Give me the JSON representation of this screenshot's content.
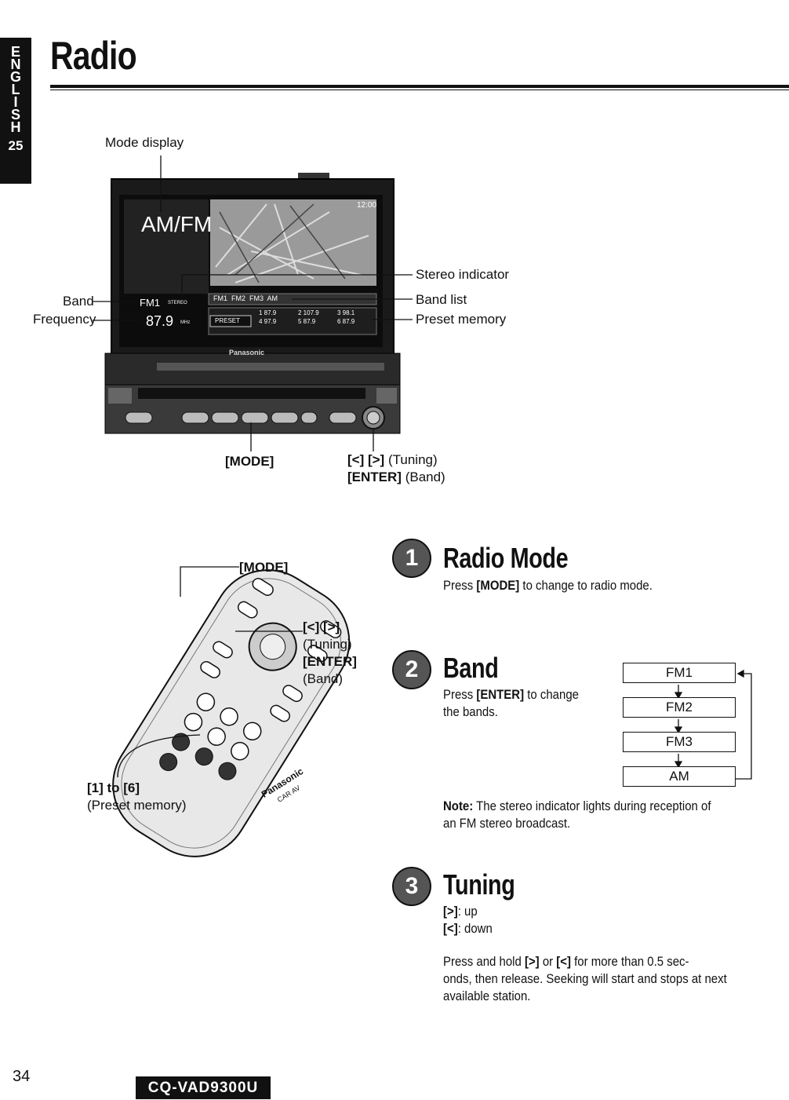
{
  "side_tab": {
    "letters": [
      "E",
      "N",
      "G",
      "L",
      "I",
      "S",
      "H"
    ],
    "number": "25"
  },
  "page_title": "Radio",
  "device_figure": {
    "callouts": {
      "mode_display": "Mode display",
      "band": "Band",
      "frequency": "Frequency",
      "stereo_indicator": "Stereo indicator",
      "band_list": "Band list",
      "preset_memory": "Preset memory"
    },
    "screen": {
      "mode": "AM/FM",
      "band": "FM1",
      "stereo": "STEREO",
      "frequency": "87.9",
      "unit": "MHz",
      "clock": "12:00",
      "band_list": "FM1  FM2  FM3  AM",
      "preset_label": "PRESET",
      "presets": [
        "1 87.9",
        "2 107.9",
        "3 98.1",
        "4 97.9",
        "5 87.9",
        "6 87.9"
      ],
      "brand": "Panasonic"
    },
    "button_labels": {
      "mode": "[MODE]",
      "tuning_keys": "[<] [>]",
      "tuning_note": "(Tuning)",
      "enter": "[ENTER]",
      "enter_note": "(Band)"
    }
  },
  "remote_figure": {
    "mode": "[MODE]",
    "tuning_keys": "[<] [>]",
    "tuning_note": "(Tuning)",
    "enter": "[ENTER]",
    "enter_note": "(Band)",
    "preset_keys": "[1] to [6]",
    "preset_note": "(Preset memory)",
    "brand": "Panasonic",
    "sub_brand": "CAR AV"
  },
  "sections": {
    "radio_mode": {
      "number": "1",
      "title": "Radio Mode",
      "text_pre": "Press ",
      "text_key": "[MODE]",
      "text_post": " to change to radio mode."
    },
    "band": {
      "number": "2",
      "title": "Band",
      "text_pre": "Press ",
      "text_key": "[ENTER]",
      "text_post": " to change",
      "text_line2": "the bands.",
      "flow": [
        "FM1",
        "FM2",
        "FM3",
        "AM"
      ],
      "note_label": "Note:",
      "note_text": " The stereo indicator lights during reception of",
      "note_line2": "an FM stereo broadcast."
    },
    "tuning": {
      "number": "3",
      "title": "Tuning",
      "up_key": "[>]",
      "up_text": ": up",
      "down_key": "[<]",
      "down_text": ": down",
      "para_pre": "Press and hold ",
      "para_key1": "[>]",
      "para_mid": " or ",
      "para_key2": "[<]",
      "para_post": " for more than 0.5 sec-",
      "para_line2": "onds, then release. Seeking will start and stops at next",
      "para_line3": "available station."
    }
  },
  "footer": {
    "page_number": "34",
    "model": "CQ-VAD9300U"
  }
}
